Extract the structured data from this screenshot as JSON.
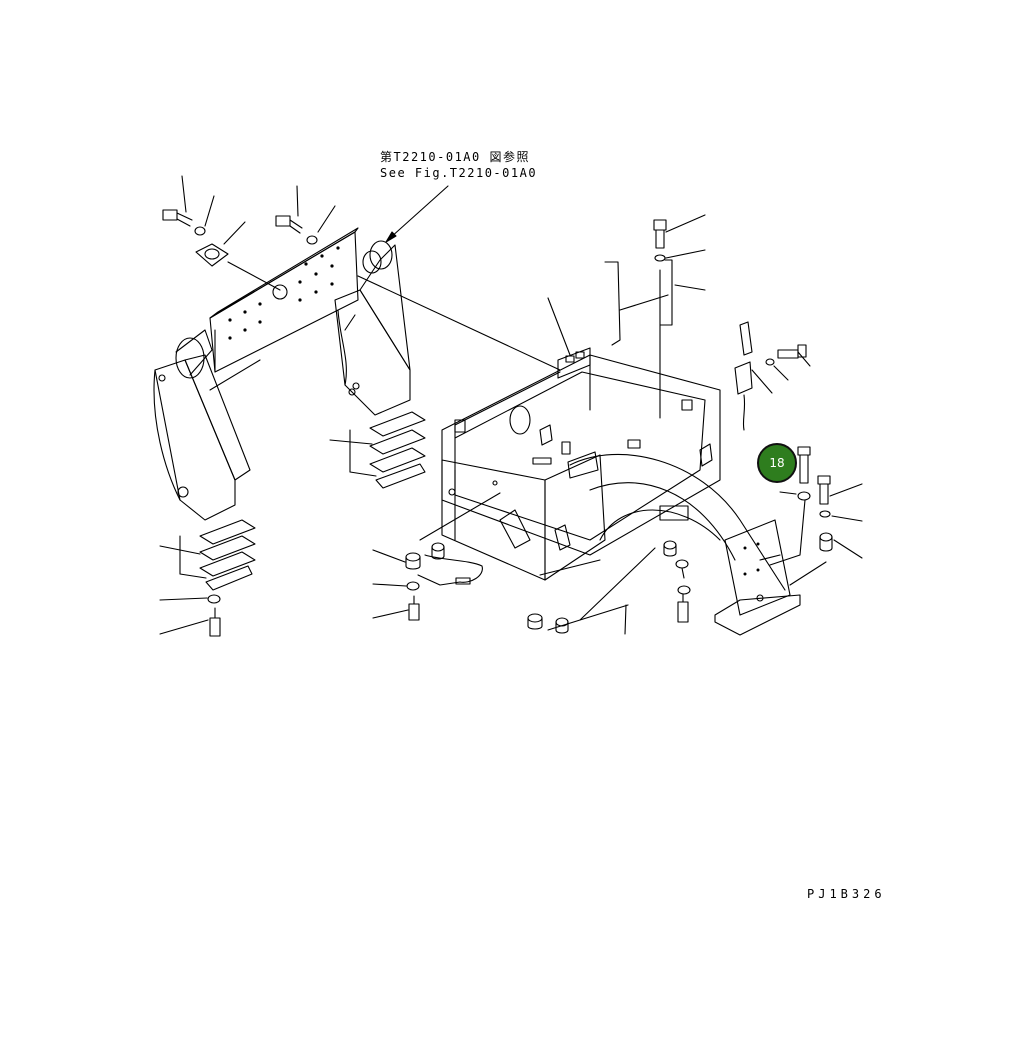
{
  "reference": {
    "japanese": "第T2210-01A0 図参照",
    "english": "See Fig.T2210-01A0"
  },
  "figure_code": "PJ1B326",
  "callout": {
    "label": "18",
    "color": "#2e7d1e"
  },
  "colors": {
    "line": "#000000",
    "background": "#ffffff"
  }
}
